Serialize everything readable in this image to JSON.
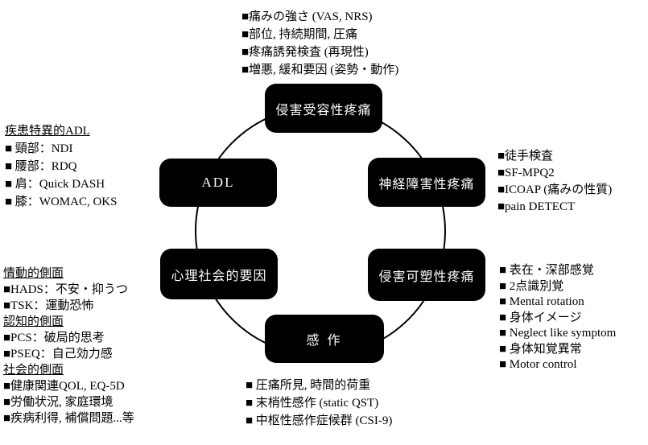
{
  "colors": {
    "background": "#ffffff",
    "node_bg": "#000000",
    "node_text": "#ffffff",
    "text": "#000000",
    "circle_stroke": "#000000"
  },
  "nodes": {
    "top": "侵害受容性疼痛",
    "upper_right": "神経障害性疼痛",
    "lower_right": "侵害可塑性疼痛",
    "bottom": "感 作",
    "lower_left": "心理社会的要因",
    "upper_left": "ADL"
  },
  "notes": {
    "top": {
      "items": [
        "■痛みの強さ (VAS, NRS)",
        "■部位, 持続期間, 圧痛",
        "■疼痛誘発検査 (再現性)",
        "■増悪, 緩和要因 (姿勢・動作)"
      ]
    },
    "right_upper": {
      "items": [
        "■徒手検査",
        "■SF-MPQ2",
        "■ICOAP (痛みの性質)",
        "■pain DETECT"
      ]
    },
    "right_lower": {
      "items": [
        "■ 表在・深部感覚",
        "■ 2点識別覚",
        "■ Mental rotation",
        "■ 身体イメージ",
        "■ Neglect like symptom",
        "■ 身体知覚異常",
        "■ Motor control"
      ]
    },
    "bottom": {
      "items": [
        "■ 圧痛所見, 時間的荷重",
        "■ 末梢性感作 (static QST)",
        "■ 中枢性感作症候群 (CSI-9)"
      ]
    },
    "left_upper": {
      "heading": "疾患特異的ADL",
      "items": [
        "■ 頸部：NDI",
        "■ 腰部：RDQ",
        "■ 肩：Quick DASH",
        "■ 膝：WOMAC, OKS"
      ]
    },
    "left_lower": {
      "sections": [
        {
          "heading": "情動的側面",
          "items": [
            "■HADS：不安・抑うつ",
            "■TSK：運動恐怖"
          ]
        },
        {
          "heading": "認知的側面",
          "items": [
            "■PCS：破局的思考",
            "■PSEQ：自己効力感"
          ]
        },
        {
          "heading": "社会的側面",
          "items": [
            "■健康関連QOL, EQ-5D",
            "■労働状況, 家庭環境",
            "■疾病利得, 補償問題...等"
          ]
        }
      ]
    }
  }
}
